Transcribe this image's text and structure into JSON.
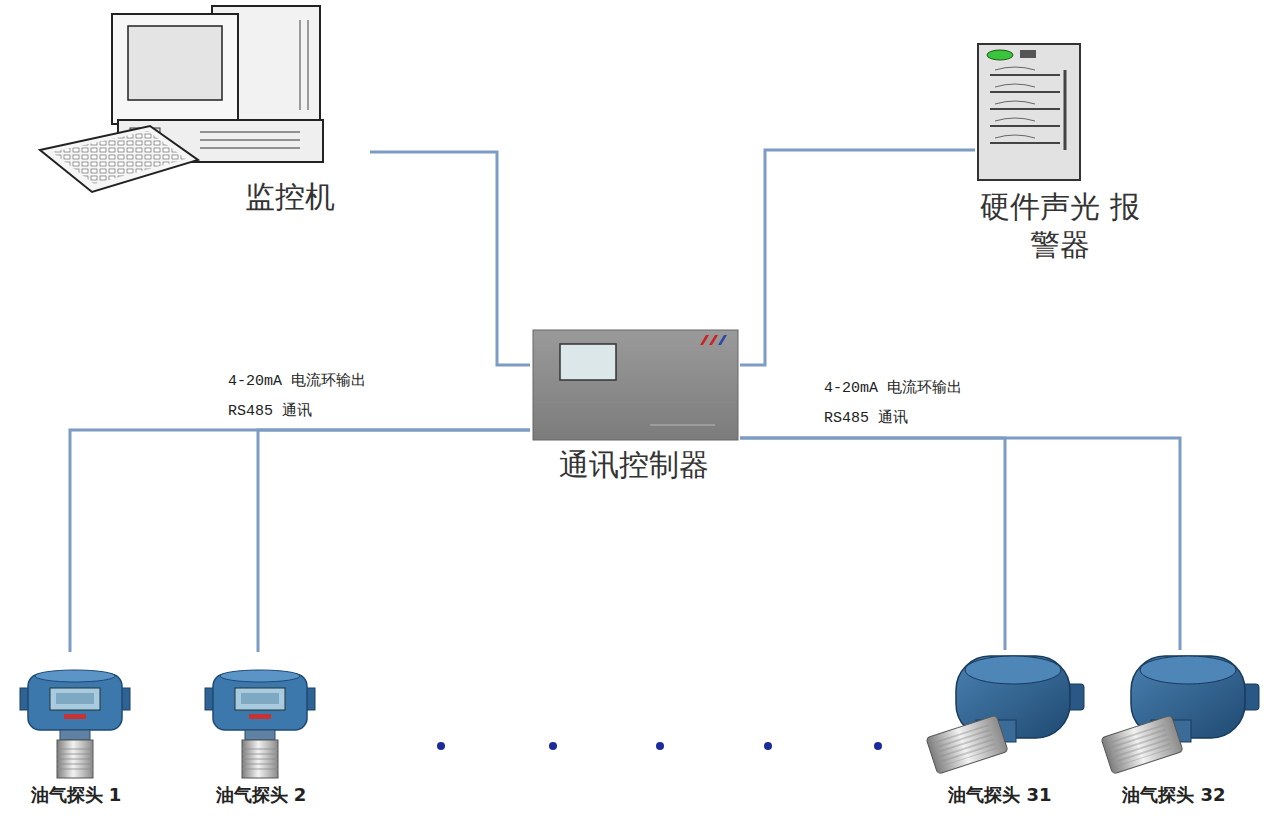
{
  "diagram": {
    "nodes": [
      {
        "text": [
          "监控机"
        ]
      },
      {
        "text": [
          "硬件声光 报警器"
        ]
      },
      {
        "text": [
          "通讯控制器"
        ]
      },
      {
        "text": [
          "油气探头 1"
        ]
      },
      {
        "text": [
          "油气探头 2"
        ]
      },
      {
        "text": [
          "油气探头 31"
        ]
      },
      {
        "text": [
          "油气探头 32"
        ]
      }
    ],
    "edges": [
      {
        "from": 0,
        "to": 2,
        "arrow": "none"
      },
      {
        "from": 2,
        "to": 1,
        "arrow": "none"
      },
      {
        "from": 2,
        "to": 3,
        "arrow": "none"
      },
      {
        "from": 2,
        "to": 4,
        "arrow": "none"
      },
      {
        "from": 2,
        "to": 5,
        "arrow": "none"
      },
      {
        "from": 2,
        "to": 6,
        "arrow": "none"
      }
    ],
    "labels": [
      "4-20mA 电流环输出",
      "RS485 通讯",
      "4-20mA 电流环输出",
      "RS485 通讯"
    ]
  }
}
